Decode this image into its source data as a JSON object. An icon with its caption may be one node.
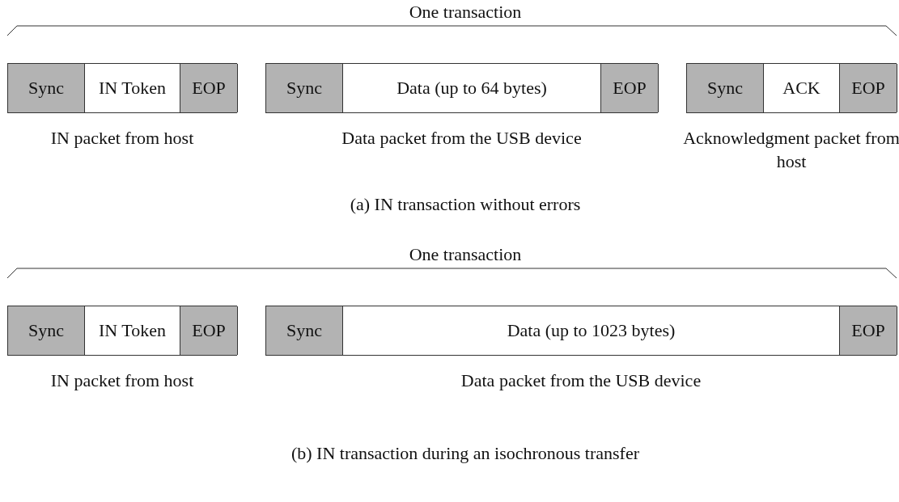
{
  "diagram": {
    "nodes": [
      {
        "text": [],
        "shape": "bar",
        "beside": [
          "IN packet from host"
        ]
      },
      {
        "text": [
          "Sync"
        ],
        "in": 0
      },
      {
        "text": [
          "IN Token"
        ],
        "in": 0
      },
      {
        "text": [
          "EOP"
        ],
        "in": 0
      },
      {
        "text": [],
        "shape": "bar",
        "beside": [
          "Data packet from the USB device"
        ]
      },
      {
        "text": [
          "Sync"
        ],
        "in": 4
      },
      {
        "text": [
          "Data (up to 64 bytes)"
        ],
        "in": 4
      },
      {
        "text": [
          "EOP"
        ],
        "in": 4
      },
      {
        "text": [],
        "shape": "bar",
        "beside": [
          "Acknowledgment packet from host"
        ]
      },
      {
        "text": [
          "Sync"
        ],
        "in": 8
      },
      {
        "text": [
          "ACK"
        ],
        "in": 8
      },
      {
        "text": [
          "EOP"
        ],
        "in": 8
      },
      {
        "text": [],
        "shape": "bar",
        "beside": [
          "IN packet from host"
        ]
      },
      {
        "text": [
          "Sync"
        ],
        "in": 12
      },
      {
        "text": [
          "IN Token"
        ],
        "in": 12
      },
      {
        "text": [
          "EOP"
        ],
        "in": 12
      },
      {
        "text": [],
        "shape": "bar",
        "beside": [
          "Data packet from the USB device"
        ]
      },
      {
        "text": [
          "Sync"
        ],
        "in": 16
      },
      {
        "text": [
          "Data (up to 1023 bytes)"
        ],
        "in": 16
      },
      {
        "text": [
          "EOP"
        ],
        "in": 16
      }
    ],
    "labels": [
      "One transaction",
      "(a) IN transaction without errors",
      "One transaction",
      "(b) IN transaction during an isochronous transfer"
    ]
  }
}
